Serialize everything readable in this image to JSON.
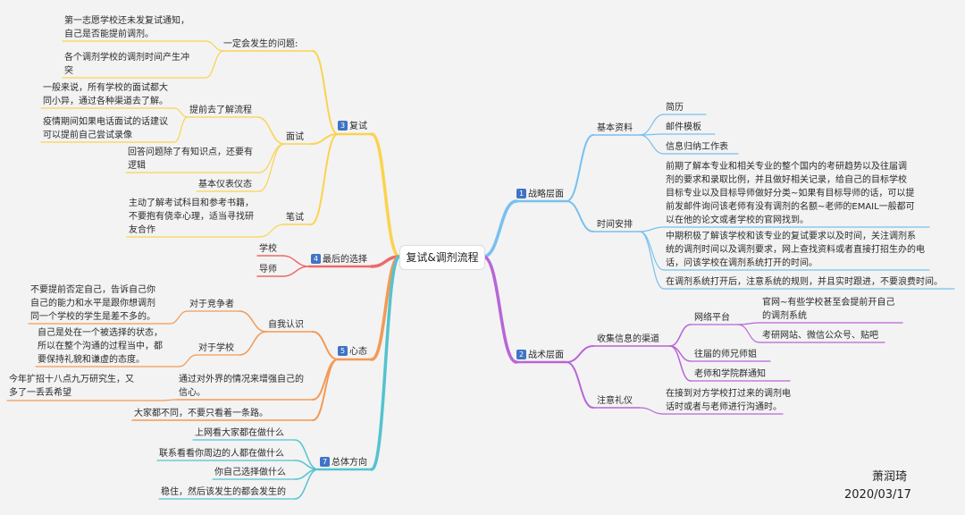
{
  "title": "复试&调剂流程",
  "author": "萧润琦",
  "date": "2020/03/17",
  "colors": {
    "fushi": "#fbd34e",
    "zuihou": "#ec6a6a",
    "xintai": "#f39a55",
    "zongti": "#53c3cf",
    "zhanlue": "#78c0ef",
    "zhanshu": "#b865d6",
    "badge": "#3f73c6"
  },
  "branches": {
    "fushi": {
      "num": "3",
      "label": "复试"
    },
    "zuihou": {
      "num": "4",
      "label": "最后的选择"
    },
    "xintai": {
      "num": "5",
      "label": "心态"
    },
    "zongti": {
      "num": "7",
      "label": "总体方向"
    },
    "zhanlue": {
      "num": "1",
      "label": "战略层面"
    },
    "zhanshu": {
      "num": "2",
      "label": "战术层面"
    }
  },
  "fushi": {
    "yiding": "一定会发生的问题:",
    "yiding_1": "第一志愿学校还未发复试通知，\n自己是否能提前调剂。",
    "yiding_2": "各个调剂学校的调剂时间产生冲\n突",
    "mianshi": "面试",
    "tiqian": "提前去了解流程",
    "tiqian_1": "一般来说，所有学校的面试都大\n同小异，通过各种渠道去了解。",
    "tiqian_2": "疫情期间如果电话面试的话建议\n可以提前自己尝试录像",
    "mianshi_2": "回答问题除了有知识点，还要有\n逻辑",
    "mianshi_3": "基本仪表仪态",
    "bishi": "笔试",
    "bishi_1": "主动了解考试科目和参考书籍，\n不要抱有侥幸心理，适当寻找研\n友合作"
  },
  "zuihou": {
    "a": "学校",
    "b": "导师"
  },
  "xintai": {
    "ziwo": "自我认识",
    "jingzheng": "对于竞争者",
    "jingzheng_1": "不要提前否定自己，告诉自己你\n自己的能力和水平是跟你想调剂\n同一个学校的学生是差不多的。",
    "xuexiao": "对于学校",
    "xuexiao_1": "自己是处在一个被选择的状态，\n所以在整个沟通的过程当中，都\n要保持礼貌和谦虚的态度。",
    "tongguo": "通过对外界的情况来增强自己的\n信心。",
    "tongguo_1": "今年扩招十八点九万研究生，又\n多了一丢丢希望",
    "dajia": "大家都不同，不要只看着一条路。"
  },
  "zongti": {
    "a": "上网看大家都在做什么",
    "b": "联系看看你周边的人都在做什么",
    "c": "你自己选择做什么",
    "d": "稳住，然后该发生的都会发生的"
  },
  "zhanlue": {
    "jiben": "基本资料",
    "jianli": "简历",
    "youjian": "邮件模板",
    "xinxi": "信息归纳工作表",
    "shijian": "时间安排",
    "shijian_1": "前期了解本专业和相关专业的整个国内的考研趋势以及往届调\n剂的要求和录取比例，并且做好相关记录，给自己的目标学校\n目标专业以及目标导师做好分类~如果有目标导师的话，可以提\n前发邮件询问该老师有没有调剂的名额~老师的EMAIL一般都可\n以在他的论文或者学校的官网找到。",
    "shijian_2": "中期积极了解该学校和该专业的复试要求以及时间，关注调剂系\n统的调剂时间以及调剂要求，网上查找资料或者直接打招生办的电\n话，问该学校在调剂系统打开的时间。",
    "shijian_3": "在调剂系统打开后，注意系统的规则，并且实时跟进，不要浪费时间。"
  },
  "zhanshu": {
    "shouji": "收集信息的渠道",
    "wangluo": "网络平台",
    "guanwang": "官网~有些学校甚至会提前开自己\n的调剂系统",
    "kaoyan": "考研网站、微信公众号、贴吧",
    "wangjie": "往届的师兄师姐",
    "laoshi": "老师和学院群通知",
    "liyi": "注意礼仪",
    "liyi_1": "在接到对方学校打过来的调剂电\n话时或者与老师进行沟通时。"
  }
}
